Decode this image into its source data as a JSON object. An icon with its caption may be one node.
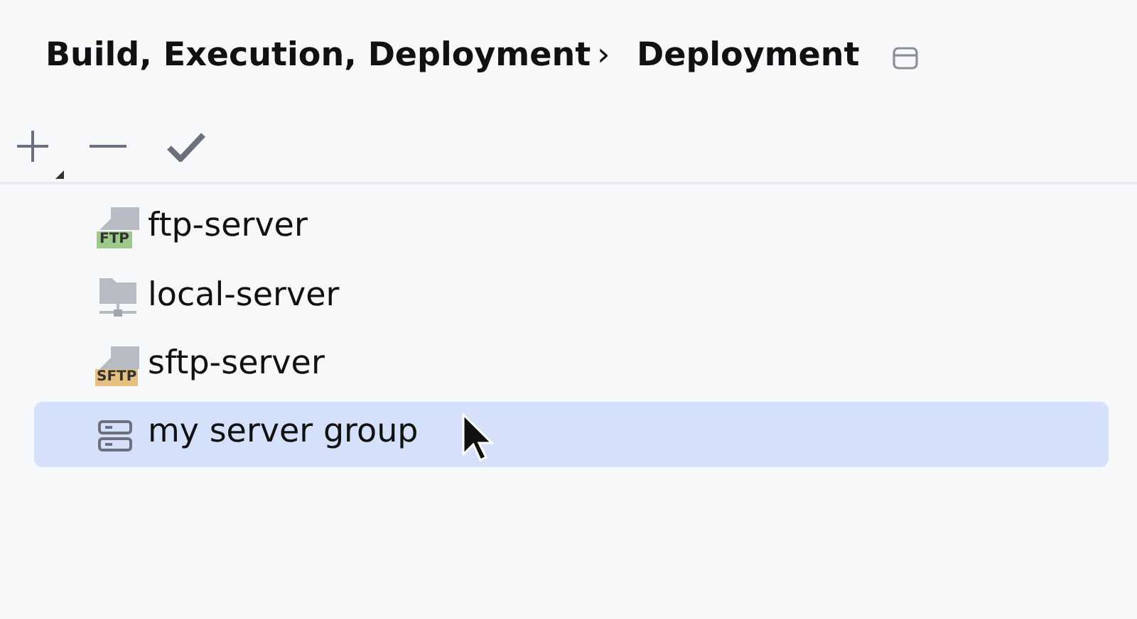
{
  "diagram": {
    "labels": [
      "Build, Execution, Deployment",
      "›",
      "Deployment",
      "FTP",
      "ftp-server",
      "local-server",
      "SFTP",
      "sftp-server",
      "my server group"
    ]
  }
}
